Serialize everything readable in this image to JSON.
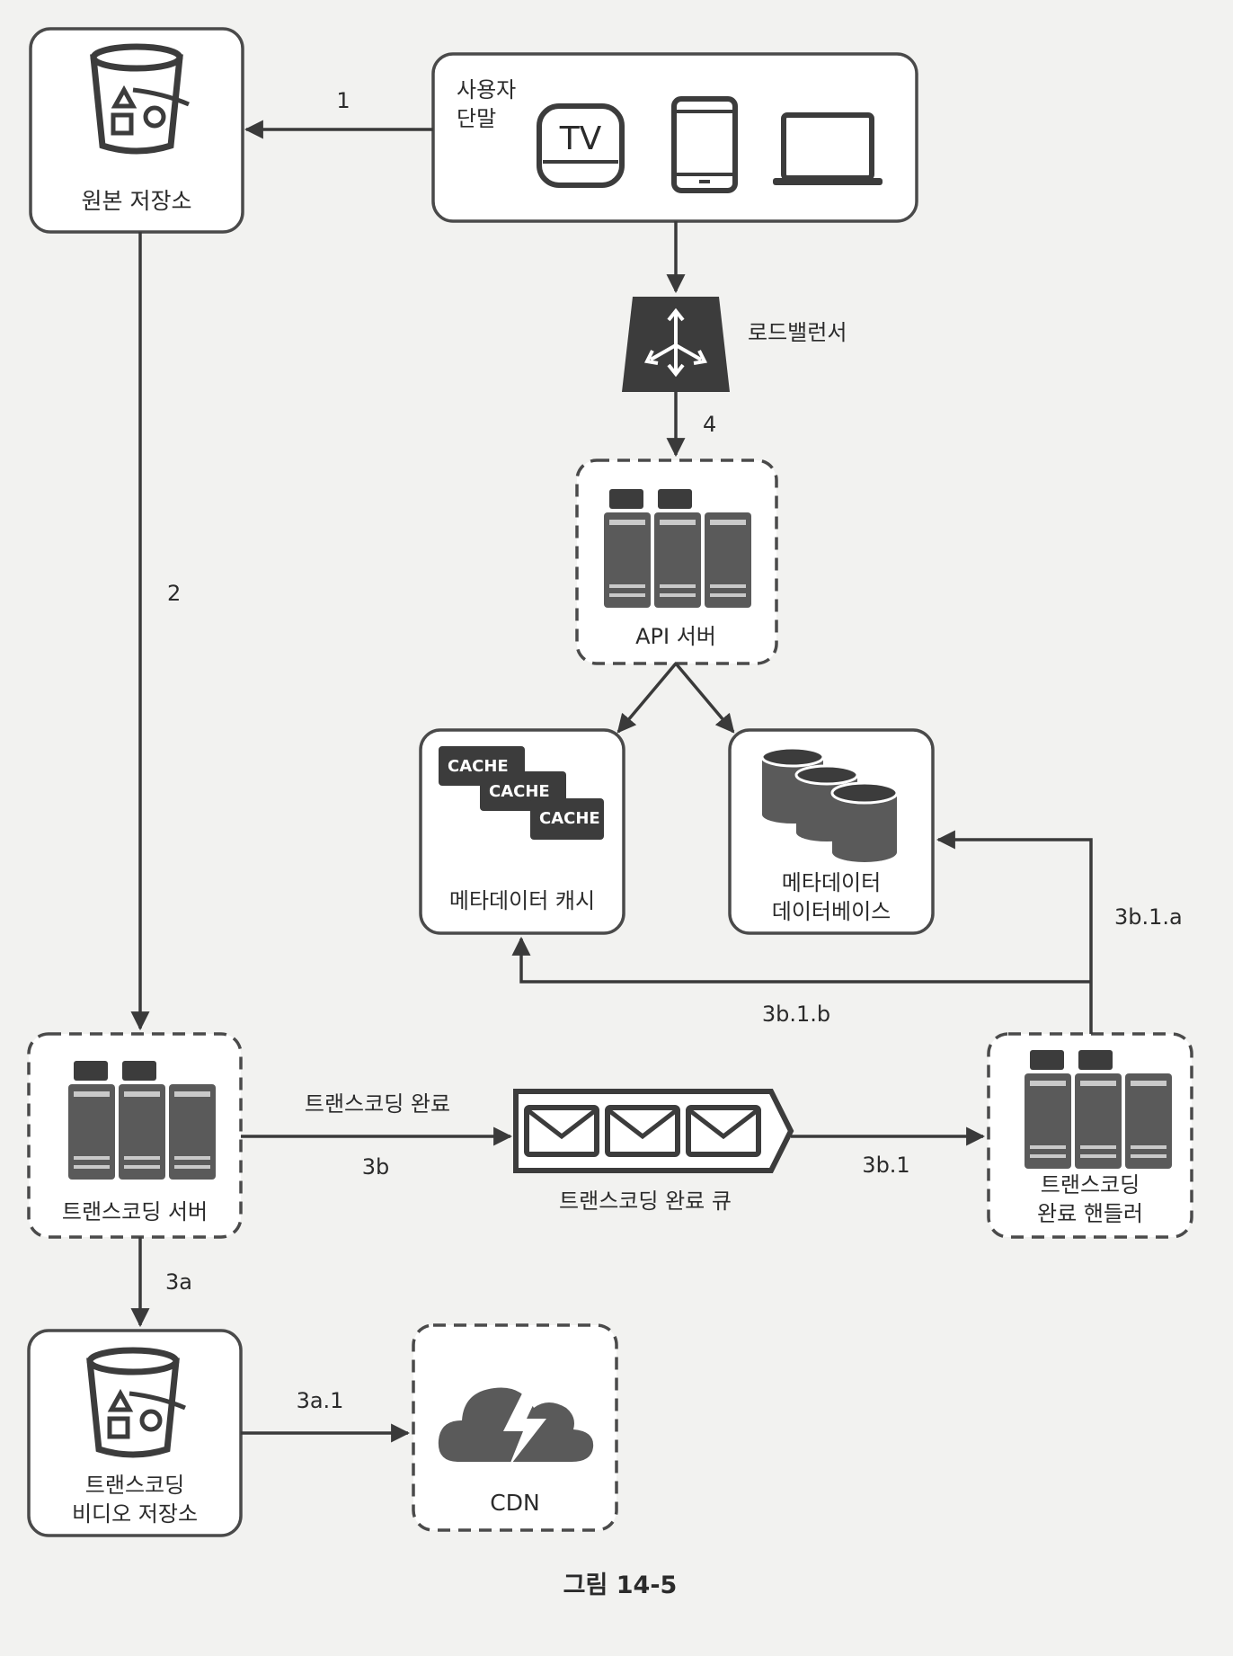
{
  "nodes": {
    "origin_storage": {
      "label": "원본 저장소"
    },
    "user_devices": {
      "label_line1": "사용자",
      "label_line2": "단말",
      "tv_text": "TV"
    },
    "load_balancer": {
      "label": "로드밸런서"
    },
    "api_server": {
      "label": "API 서버"
    },
    "metadata_cache": {
      "label": "메타데이터 캐시",
      "cache_text": "CACHE"
    },
    "metadata_db": {
      "label_line1": "메타데이터",
      "label_line2": "데이터베이스"
    },
    "transcoding_server": {
      "label": "트랜스코딩 서버"
    },
    "completion_queue": {
      "label": "트랜스코딩 완료 큐"
    },
    "completion_handler": {
      "label_line1": "트랜스코딩",
      "label_line2": "완료 핸들러"
    },
    "transcoded_storage": {
      "label_line1": "트랜스코딩",
      "label_line2": "비디오 저장소"
    },
    "cdn": {
      "label": "CDN"
    }
  },
  "edges": {
    "e1": "1",
    "e2": "2",
    "e4": "4",
    "e3a": "3a",
    "e3a1": "3a.1",
    "e3b": "3b",
    "e3b_top": "트랜스코딩 완료",
    "e3b1": "3b.1",
    "e3b1a": "3b.1.a",
    "e3b1b": "3b.1.b"
  },
  "caption": "그림 14-5",
  "colors": {
    "line": "#3a3a3a",
    "icon_dark": "#3c3c3c",
    "icon_mid": "#5a5a5a",
    "background": "#f2f2f0"
  }
}
